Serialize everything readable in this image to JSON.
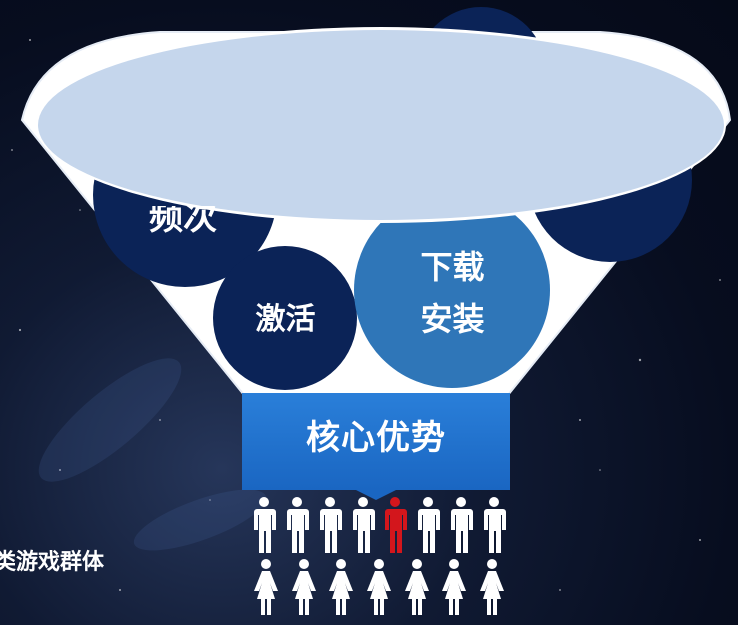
{
  "funnel": {
    "bubbles": {
      "frequency": {
        "label": "频次"
      },
      "activation": {
        "label": "激活"
      },
      "download_install": {
        "line1": "下载",
        "line2": "安装"
      }
    },
    "core": {
      "label": "核心优势"
    }
  },
  "audience": {
    "group_label": "类游戏群体",
    "male_count": 8,
    "female_count": 7,
    "highlighted_index": 4
  },
  "colors": {
    "dark_bubble": "#0b2357",
    "mid_bubble": "#2f76b8",
    "funnel_body": "#ffffff",
    "funnel_top": "#c5d6ec",
    "core_box": "#2277d0",
    "highlight": "#d3161c"
  },
  "icons": [
    "male-person-icon",
    "female-person-icon"
  ]
}
